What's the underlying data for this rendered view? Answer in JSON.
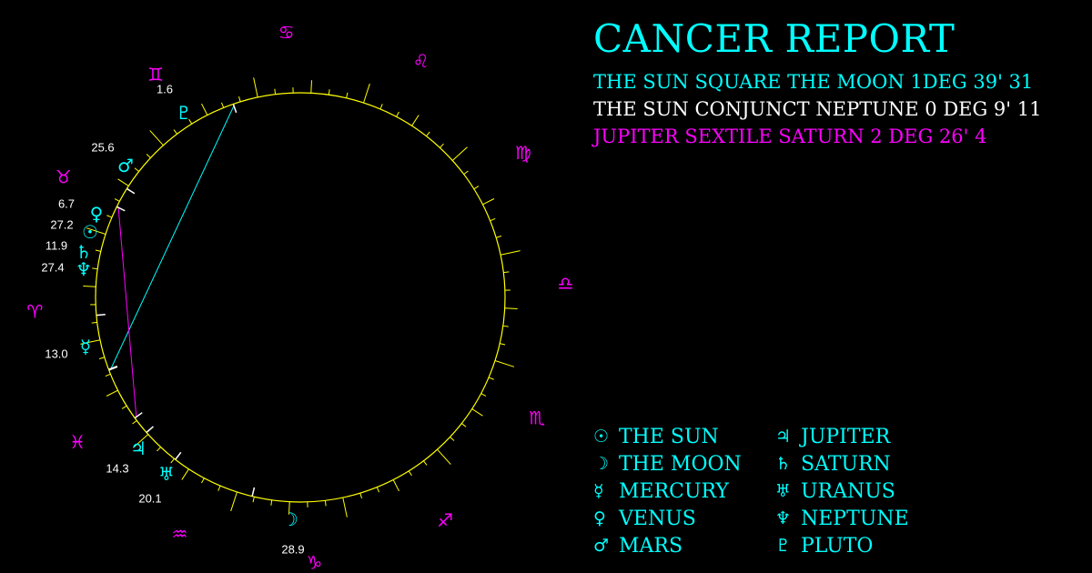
{
  "report": {
    "title": "CANCER REPORT",
    "aspects": [
      {
        "text": "THE SUN SQUARE THE MOON 1DEG 39' 31",
        "color": "#00ffff"
      },
      {
        "text": "THE SUN CONJUNCT NEPTUNE 0 DEG 9' 11",
        "color": "#ffffff"
      },
      {
        "text": "JUPITER SEXTILE SATURN 2 DEG 26' 4",
        "color": "#ff00ff"
      }
    ]
  },
  "colors": {
    "background": "#000000",
    "wheel": "#ffff00",
    "planet": "#00ffff",
    "sign": "#ff00ff",
    "degree_label": "#ffffff"
  },
  "chart": {
    "signs": [
      {
        "name": "aries",
        "glyph": "♈"
      },
      {
        "name": "taurus",
        "glyph": "♉"
      },
      {
        "name": "gemini",
        "glyph": "♊"
      },
      {
        "name": "cancer",
        "glyph": "♋"
      },
      {
        "name": "leo",
        "glyph": "♌"
      },
      {
        "name": "virgo",
        "glyph": "♍"
      },
      {
        "name": "libra",
        "glyph": "♎"
      },
      {
        "name": "scorpio",
        "glyph": "♏"
      },
      {
        "name": "sagittarius",
        "glyph": "♐"
      },
      {
        "name": "capricorn",
        "glyph": "♑"
      },
      {
        "name": "aquarius",
        "glyph": "♒"
      },
      {
        "name": "pisces",
        "glyph": "♓"
      }
    ],
    "planets": [
      {
        "id": "pluto",
        "glyph": "♇",
        "sign": "aquarius",
        "degree": 1.6,
        "label": "1.6"
      },
      {
        "id": "mars",
        "glyph": "♂",
        "sign": "aquarius",
        "degree": 25.6,
        "label": "25.6"
      },
      {
        "id": "venus",
        "glyph": "♀",
        "sign": "pisces",
        "degree": 6.7,
        "label": "6.7"
      },
      {
        "id": "sun",
        "glyph": "☉",
        "sign": "pisces",
        "degree": 27.2,
        "label": "27.2"
      },
      {
        "id": "saturn",
        "glyph": "♄",
        "sign": "pisces",
        "degree": 11.9,
        "label": "11.9"
      },
      {
        "id": "neptune",
        "glyph": "♆",
        "sign": "pisces",
        "degree": 27.4,
        "label": "27.4"
      },
      {
        "id": "mercury",
        "glyph": "☿",
        "sign": "aries",
        "degree": 13.0,
        "label": "13.0"
      },
      {
        "id": "jupiter",
        "glyph": "♃",
        "sign": "taurus",
        "degree": 14.3,
        "label": "14.3"
      },
      {
        "id": "uranus",
        "glyph": "♅",
        "sign": "taurus",
        "degree": 20.1,
        "label": "20.1"
      },
      {
        "id": "moon",
        "glyph": "☽",
        "sign": "gemini",
        "degree": 28.9,
        "label": "28.9"
      }
    ],
    "aspect_lines": [
      {
        "from": "sun",
        "to": "moon",
        "color": "#00ffff"
      },
      {
        "from": "sun",
        "to": "neptune",
        "color": "#ffffff"
      },
      {
        "from": "jupiter",
        "to": "saturn",
        "color": "#ff00ff"
      }
    ]
  },
  "legend": [
    {
      "glyph": "☉",
      "label": "THE SUN"
    },
    {
      "glyph": "♃",
      "label": "JUPITER"
    },
    {
      "glyph": "☽",
      "label": "THE MOON"
    },
    {
      "glyph": "♄",
      "label": "SATURN"
    },
    {
      "glyph": "☿",
      "label": "MERCURY"
    },
    {
      "glyph": "♅",
      "label": "URANUS"
    },
    {
      "glyph": "♀",
      "label": "VENUS"
    },
    {
      "glyph": "♆",
      "label": "NEPTUNE"
    },
    {
      "glyph": "♂",
      "label": "MARS"
    },
    {
      "glyph": "♇",
      "label": "PLUTO"
    }
  ]
}
